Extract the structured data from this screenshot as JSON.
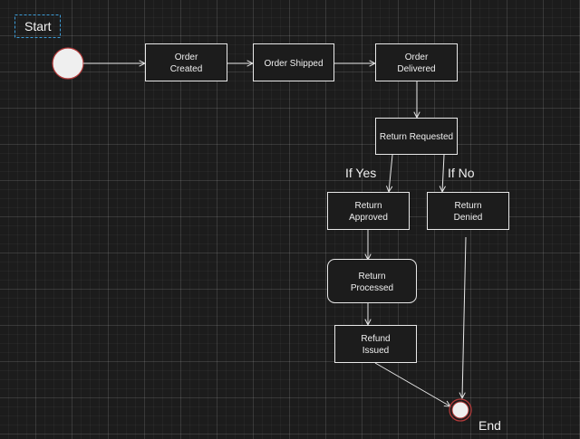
{
  "labels": {
    "start": "Start",
    "end": "End"
  },
  "nodes": {
    "order_created": [
      "Order",
      "Created"
    ],
    "order_shipped": [
      "Order Shipped"
    ],
    "order_delivered": [
      "Order",
      "Delivered"
    ],
    "return_requested": [
      "Return Requested"
    ],
    "return_approved": [
      "Return",
      "Approved"
    ],
    "return_denied": [
      "Return",
      "Denied"
    ],
    "return_processed": [
      "Return",
      "Processed"
    ],
    "refund_issued": [
      "Refund",
      "Issued"
    ]
  },
  "guards": {
    "yes": "If Yes",
    "no": "If No"
  },
  "colors": {
    "background": "#1c1c1c",
    "stroke": "#e8e8e8",
    "start_fill": "#efefef",
    "start_stroke": "#b23a3a",
    "selection": "#3d9bd6"
  }
}
